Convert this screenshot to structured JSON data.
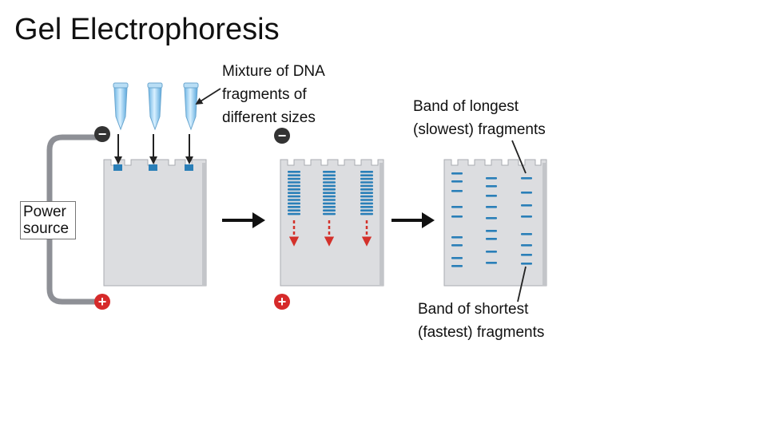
{
  "title": "Gel Electrophoresis",
  "labels": {
    "mixture": "Mixture of DNA\nfragments of\ndifferent sizes",
    "longest": "Band of longest\n(slowest) fragments",
    "shortest": "Band of shortest\n(fastest) fragments",
    "power_source": "Power\nsource"
  },
  "electrodes": {
    "negative": "−",
    "positive": "+"
  },
  "colors": {
    "gel": "#dcdde0",
    "gel_edge": "#a9abb0",
    "dna_band": "#2a7fb8",
    "migration_arrow": "#d3312b",
    "electrode": "#d62a2a",
    "negative_electrode": "#333333",
    "wire": "#8e9096",
    "tube": "#9ccfee"
  },
  "icons": [
    "sample-tube-icon",
    "migration-arrow-icon",
    "process-arrow-icon",
    "negative-electrode-icon",
    "positive-electrode-icon"
  ]
}
